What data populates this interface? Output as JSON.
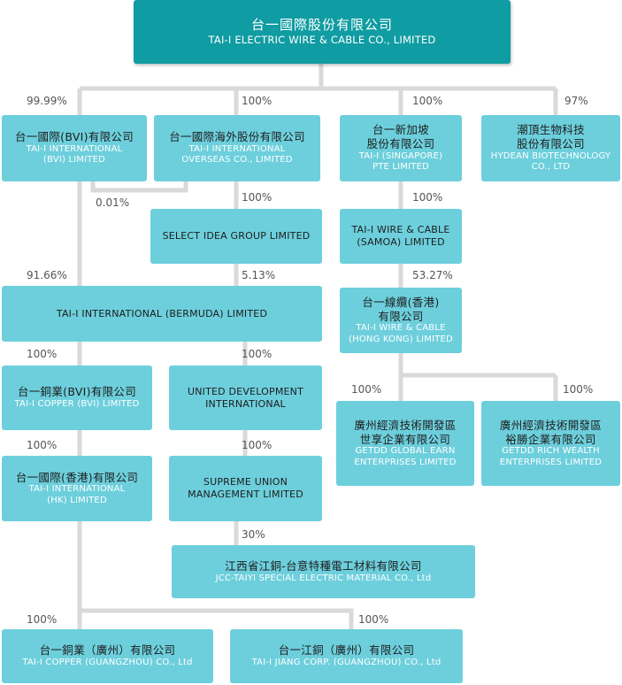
{
  "nodes": {
    "root": {
      "zh": "台一國際股份有限公司",
      "en": "TAI-I ELECTRIC WIRE & CABLE CO., LIMITED"
    },
    "bvi": {
      "zh": "台一國際(BVI)有限公司",
      "en1": "TAI-I INTERNATIONAL",
      "en2": "(BVI) LIMITED"
    },
    "overseas": {
      "zh": "台一國際海外股份有限公司",
      "en1": "TAI-I INTERNATIONAL",
      "en2": "OVERSEAS CO., LIMITED"
    },
    "singapore": {
      "zh1": "台一新加坡",
      "zh2": "股份有限公司",
      "en1": "TAI-I (SINGAPORE)",
      "en2": "PTE LIMITED"
    },
    "hydean": {
      "zh1": "潮頂生物科技",
      "zh2": "股份有限公司",
      "en1": "HYDEAN BIOTECHNOLOGY",
      "en2": "CO., LTD"
    },
    "select": {
      "en": "SELECT IDEA GROUP LIMITED"
    },
    "samoa": {
      "en1": "TAI-I WIRE & CABLE",
      "en2": "(SAMOA) LIMITED"
    },
    "bermuda": {
      "en": "TAI-I INTERNATIONAL (BERMUDA) LIMITED"
    },
    "hongkong_wire": {
      "zh1": "台一線纜(香港)",
      "zh2": "有限公司",
      "en1": "TAI-I WIRE & CABLE",
      "en2": "(HONG KONG) LIMITED"
    },
    "copper_bvi": {
      "zh": "台一銅業(BVI)有限公司",
      "en": "TAI-I COPPER (BVI) LIMITED"
    },
    "united": {
      "en1": "UNITED DEVELOPMENT",
      "en2": "INTERNATIONAL"
    },
    "global_earn": {
      "zh1": "廣州經濟技術開發區",
      "zh2": "世享企業有限公司",
      "en1": "GETDD GLOBAL EARN",
      "en2": "ENTERPRISES LIMITED"
    },
    "rich_wealth": {
      "zh1": "廣州經濟技術開發區",
      "zh2": "裕勝企業有限公司",
      "en1": "GETDD RICH WEALTH",
      "en2": "ENTERPRISES LIMITED"
    },
    "intl_hk": {
      "zh": "台一國際(香港)有限公司",
      "en1": "TAI-I INTERNATIONAL",
      "en2": "(HK) LIMITED"
    },
    "supreme": {
      "en1": "SUPREME UNION",
      "en2": "MANAGEMENT LIMITED"
    },
    "jcc": {
      "zh": "江西省江銅-台意特種電工材料有限公司",
      "en": "JCC-TAIYI SPECIAL ELECTRIC MATERIAL CO., Ltd"
    },
    "copper_gz": {
      "zh": "台一銅業（廣州）有限公司",
      "en": "TAI-I COPPER (GUANGZHOU) CO., Ltd"
    },
    "jiang_gz": {
      "zh": "台一江銅（廣州）有限公司",
      "en": "TAI-I JIANG CORP. (GUANGZHOU) CO., Ltd"
    }
  },
  "percentages": {
    "to_bvi": "99.99%",
    "to_overseas": "100%",
    "to_singapore": "100%",
    "to_hydean": "97%",
    "bvi_from_overseas": "0.01%",
    "to_select": "100%",
    "to_samoa": "100%",
    "bermuda_from_bvi": "91.66%",
    "bermuda_from_select": "5.13%",
    "to_hongkong_wire": "53.27%",
    "to_copper_bvi": "100%",
    "to_united": "100%",
    "to_global_earn": "100%",
    "to_rich_wealth": "100%",
    "to_intl_hk": "100%",
    "to_supreme": "100%",
    "to_jcc": "30%",
    "to_copper_gz": "100%",
    "to_jiang_gz": "100%"
  },
  "colors": {
    "root_fill": "#0f9ca2",
    "node_fill": "#6dcfdc",
    "connector": "#d9d9d9",
    "percent_text": "#555555"
  }
}
